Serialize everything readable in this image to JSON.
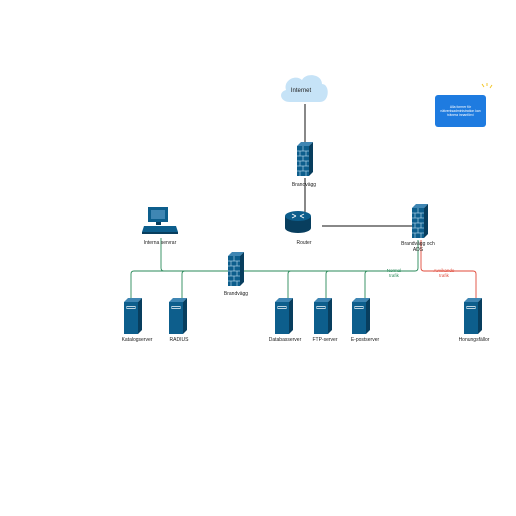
{
  "nodes": {
    "internet": "Internet",
    "firewall_top": "Brandvägg",
    "router": "Router",
    "firewall_ads": "Brandvägg och\nADS",
    "internal_server": "Interna servrar",
    "firewall_lan": "Brandvägg",
    "catalog_server": "Katalogserver",
    "radius": "RADIUS",
    "database_server": "Databasserver",
    "ftp_server": "FTP-server",
    "email_server": "E-postserver",
    "honeypot": "Honungsfällor"
  },
  "edges": {
    "normal_traffic": "Normal\ntrafik",
    "anomalous_traffic": "Avvikande\ntrafik"
  },
  "note": {
    "text": "Alla former för nätverksadministration kan tränera innanförvi"
  },
  "colors": {
    "device_blue": "#0d5e8c",
    "device_dark": "#083e5e",
    "cloud": "#c6e3f7",
    "green_line": "#2a8a5a",
    "red_line": "#e04a3a",
    "note_bg": "#1e7be0",
    "sparkle": "#f2c21a"
  }
}
